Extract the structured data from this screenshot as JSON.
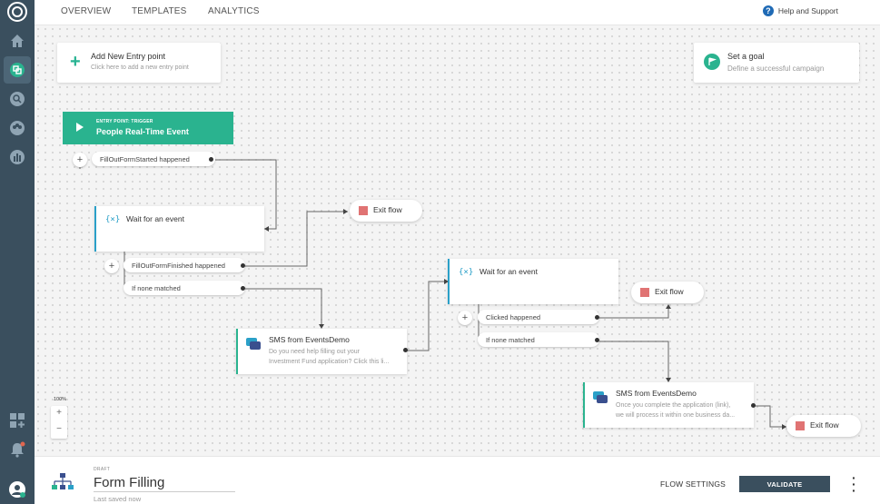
{
  "nav": {
    "tabs": [
      "OVERVIEW",
      "TEMPLATES",
      "ANALYTICS"
    ],
    "help": "Help and Support"
  },
  "entry_card": {
    "title": "Add New Entry point",
    "subtitle": "Click here to add a new entry point"
  },
  "goal_card": {
    "title": "Set a goal",
    "subtitle": "Define a successful campaign"
  },
  "trigger": {
    "small": "ENTRY POINT: TRIGGER",
    "title": "People Real-Time Event"
  },
  "branches": {
    "fill_started": "FillOutFormStarted happened",
    "fill_finished": "FillOutFormFinished happened",
    "none1": "If none matched",
    "clicked": "Clicked happened",
    "none2": "If none matched"
  },
  "wait1": {
    "title": "Wait for an event",
    "icon": "{×}"
  },
  "wait2": {
    "title": "Wait for an event",
    "icon": "{×}"
  },
  "exit_label": "Exit flow",
  "sms1": {
    "title": "SMS from EventsDemo",
    "line1": "Do you need help filling out your",
    "line2": "Investment Fund application? Click this li..."
  },
  "sms2": {
    "title": "SMS from EventsDemo",
    "line1": "Once you complete the application (link),",
    "line2": "we will process it within one business da..."
  },
  "zoom": {
    "level": "100%",
    "plus": "+",
    "minus": "−"
  },
  "bottom": {
    "draft": "DRAFT",
    "flow_title": "Form Filling",
    "saved": "Last saved now",
    "flow_settings": "FLOW SETTINGS",
    "validate": "VALIDATE"
  },
  "colors": {
    "green": "#2ab38f",
    "sidebar": "#3a4f5e",
    "blue": "#2aa0c8",
    "exit_red": "#e07373"
  }
}
